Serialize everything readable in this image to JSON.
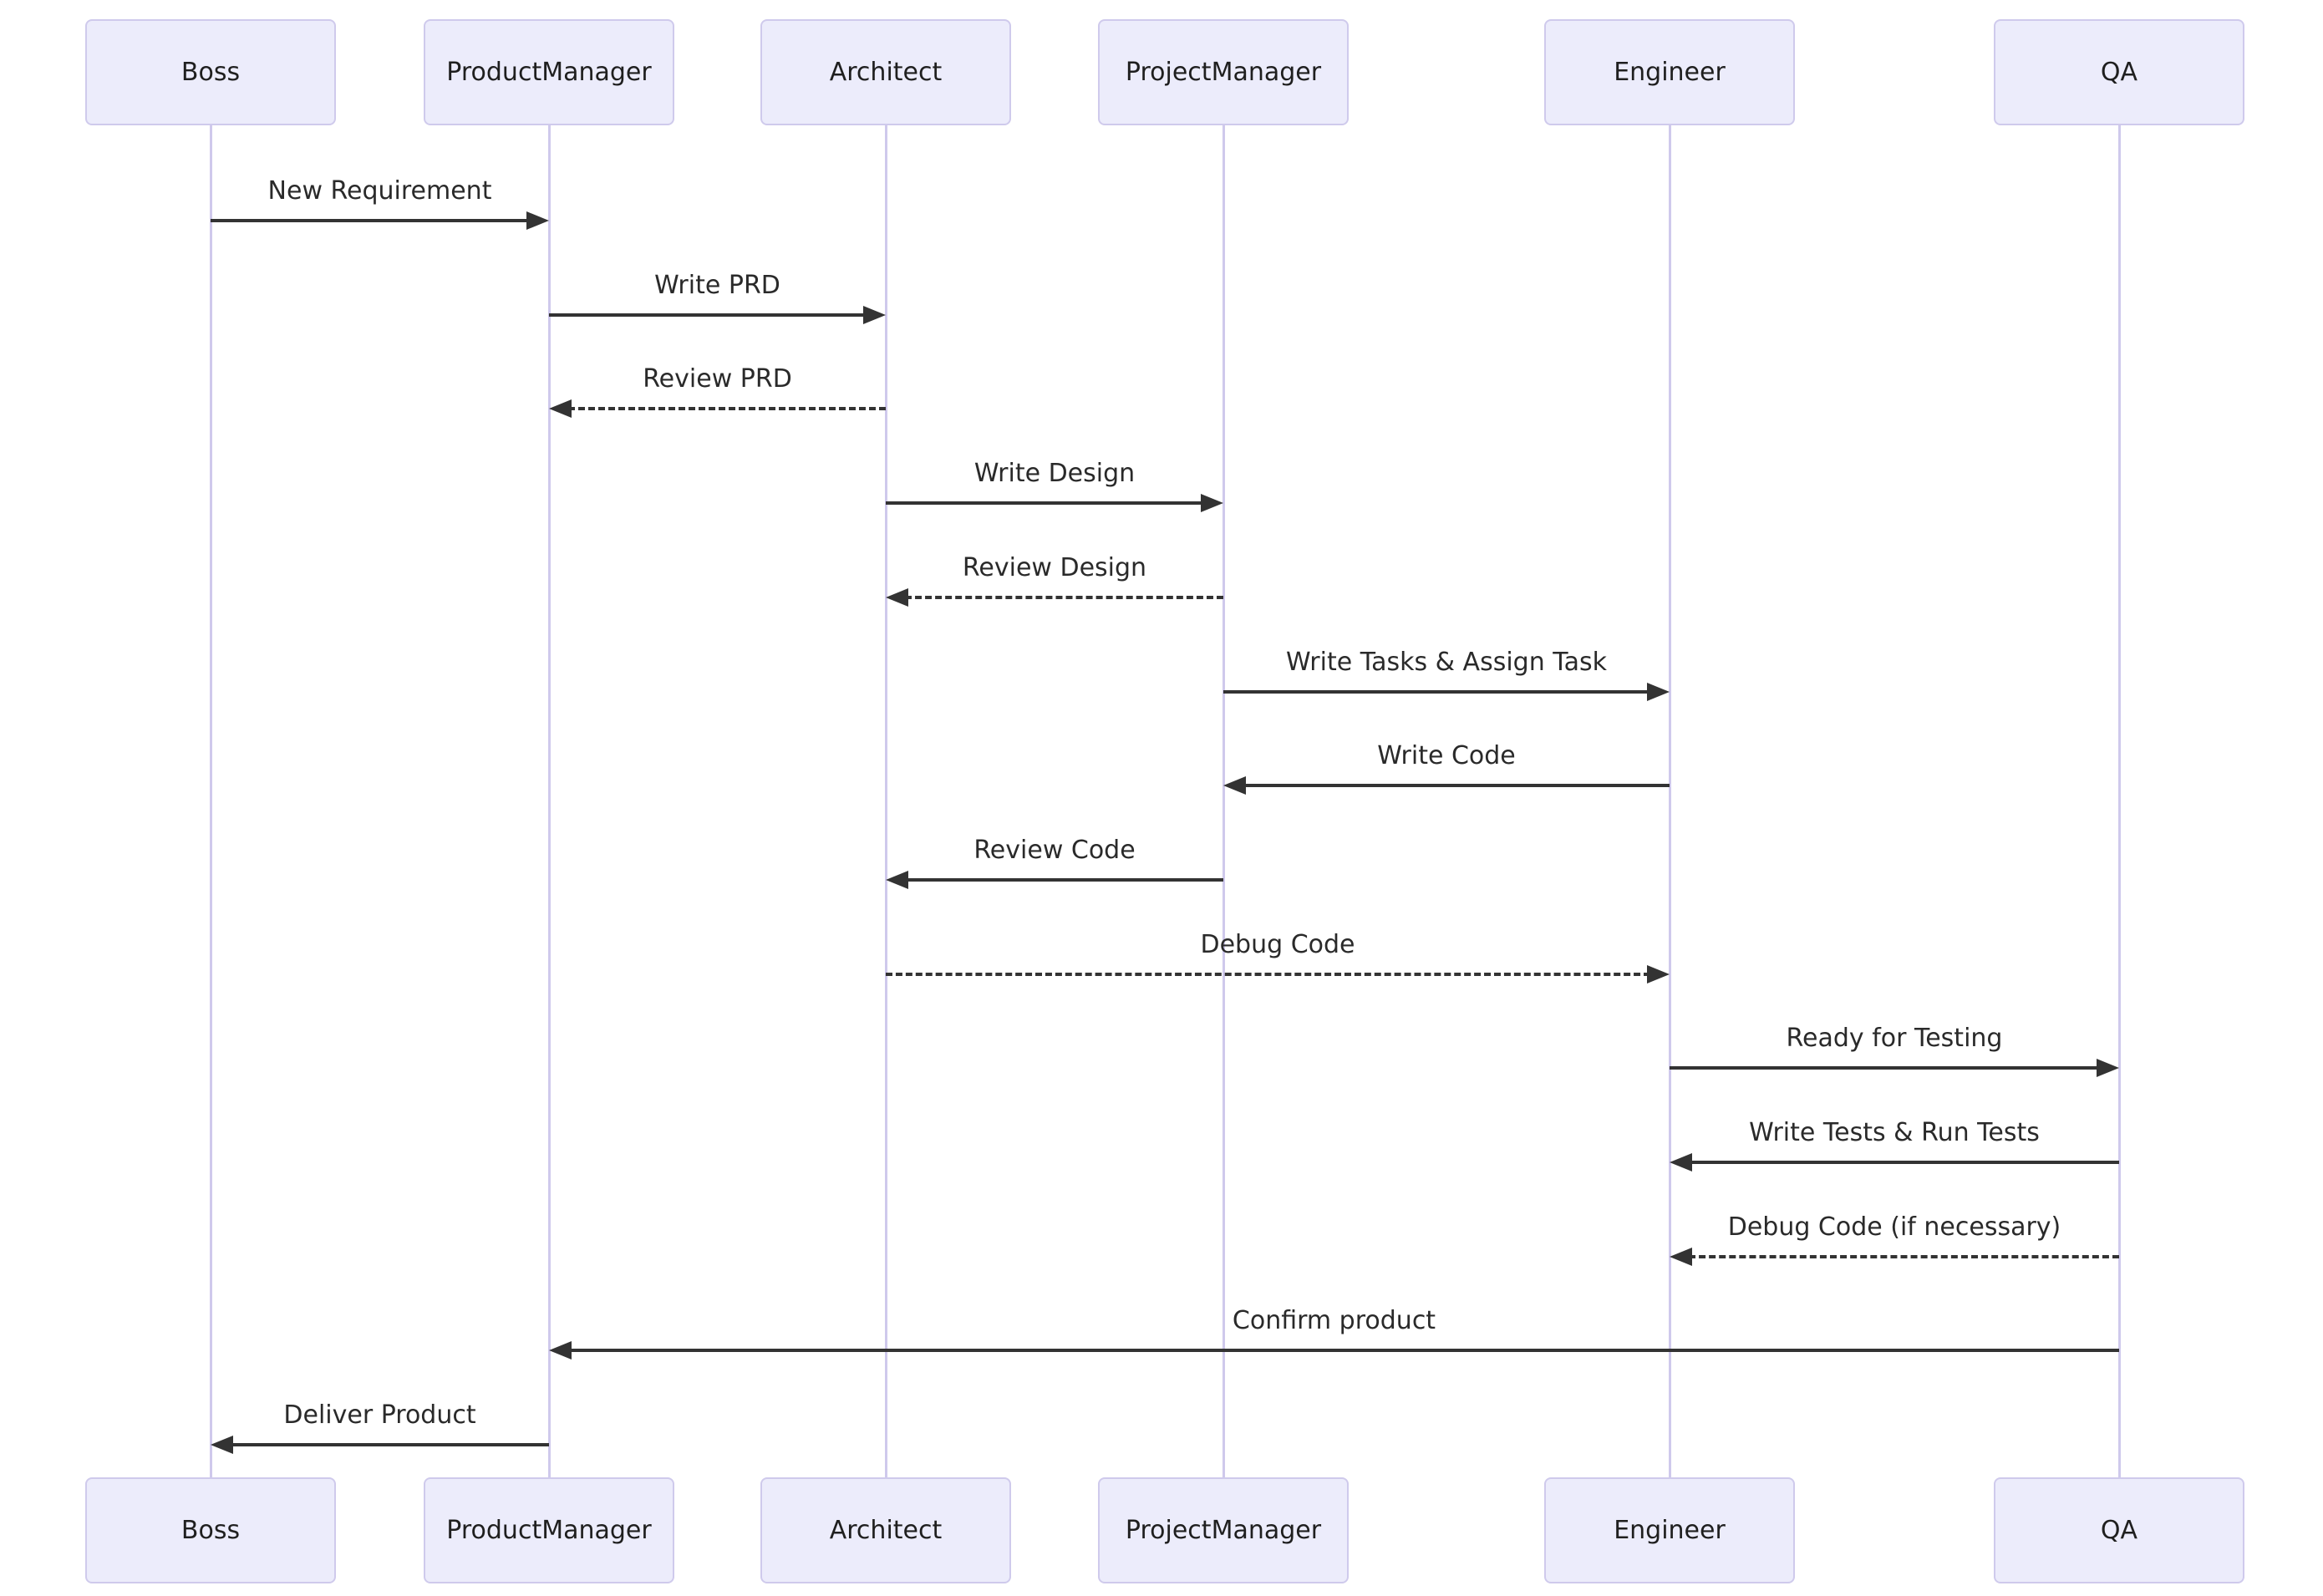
{
  "diagram": {
    "type": "sequence-diagram",
    "actors": [
      {
        "name": "Boss"
      },
      {
        "name": "ProductManager"
      },
      {
        "name": "Architect"
      },
      {
        "name": "ProjectManager"
      },
      {
        "name": "Engineer"
      },
      {
        "name": "QA"
      }
    ],
    "messages": [
      {
        "from": "Boss",
        "to": "ProductManager",
        "label": "New Requirement",
        "style": "solid"
      },
      {
        "from": "ProductManager",
        "to": "Architect",
        "label": "Write PRD",
        "style": "solid"
      },
      {
        "from": "Architect",
        "to": "ProductManager",
        "label": "Review PRD",
        "style": "dashed"
      },
      {
        "from": "Architect",
        "to": "ProjectManager",
        "label": "Write Design",
        "style": "solid"
      },
      {
        "from": "ProjectManager",
        "to": "Architect",
        "label": "Review Design",
        "style": "dashed"
      },
      {
        "from": "ProjectManager",
        "to": "Engineer",
        "label": "Write Tasks & Assign Task",
        "style": "solid"
      },
      {
        "from": "Engineer",
        "to": "ProjectManager",
        "label": "Write Code",
        "style": "solid"
      },
      {
        "from": "ProjectManager",
        "to": "Architect",
        "label": "Review Code",
        "style": "solid"
      },
      {
        "from": "Architect",
        "to": "Engineer",
        "label": "Debug Code",
        "style": "dashed"
      },
      {
        "from": "Engineer",
        "to": "QA",
        "label": "Ready for Testing",
        "style": "solid"
      },
      {
        "from": "QA",
        "to": "Engineer",
        "label": "Write Tests & Run Tests",
        "style": "solid"
      },
      {
        "from": "QA",
        "to": "Engineer",
        "label": "Debug Code (if necessary)",
        "style": "dashed"
      },
      {
        "from": "QA",
        "to": "ProductManager",
        "label": "Confirm product",
        "style": "solid"
      },
      {
        "from": "ProductManager",
        "to": "Boss",
        "label": "Deliver Product",
        "style": "solid"
      }
    ]
  },
  "colors": {
    "actor_fill": "#ECECFB",
    "actor_border": "#CFCAEC",
    "lifeline": "#CFC9EC",
    "arrow": "#333333",
    "text": "#1F1F1F",
    "bg": "#FFFFFF"
  }
}
